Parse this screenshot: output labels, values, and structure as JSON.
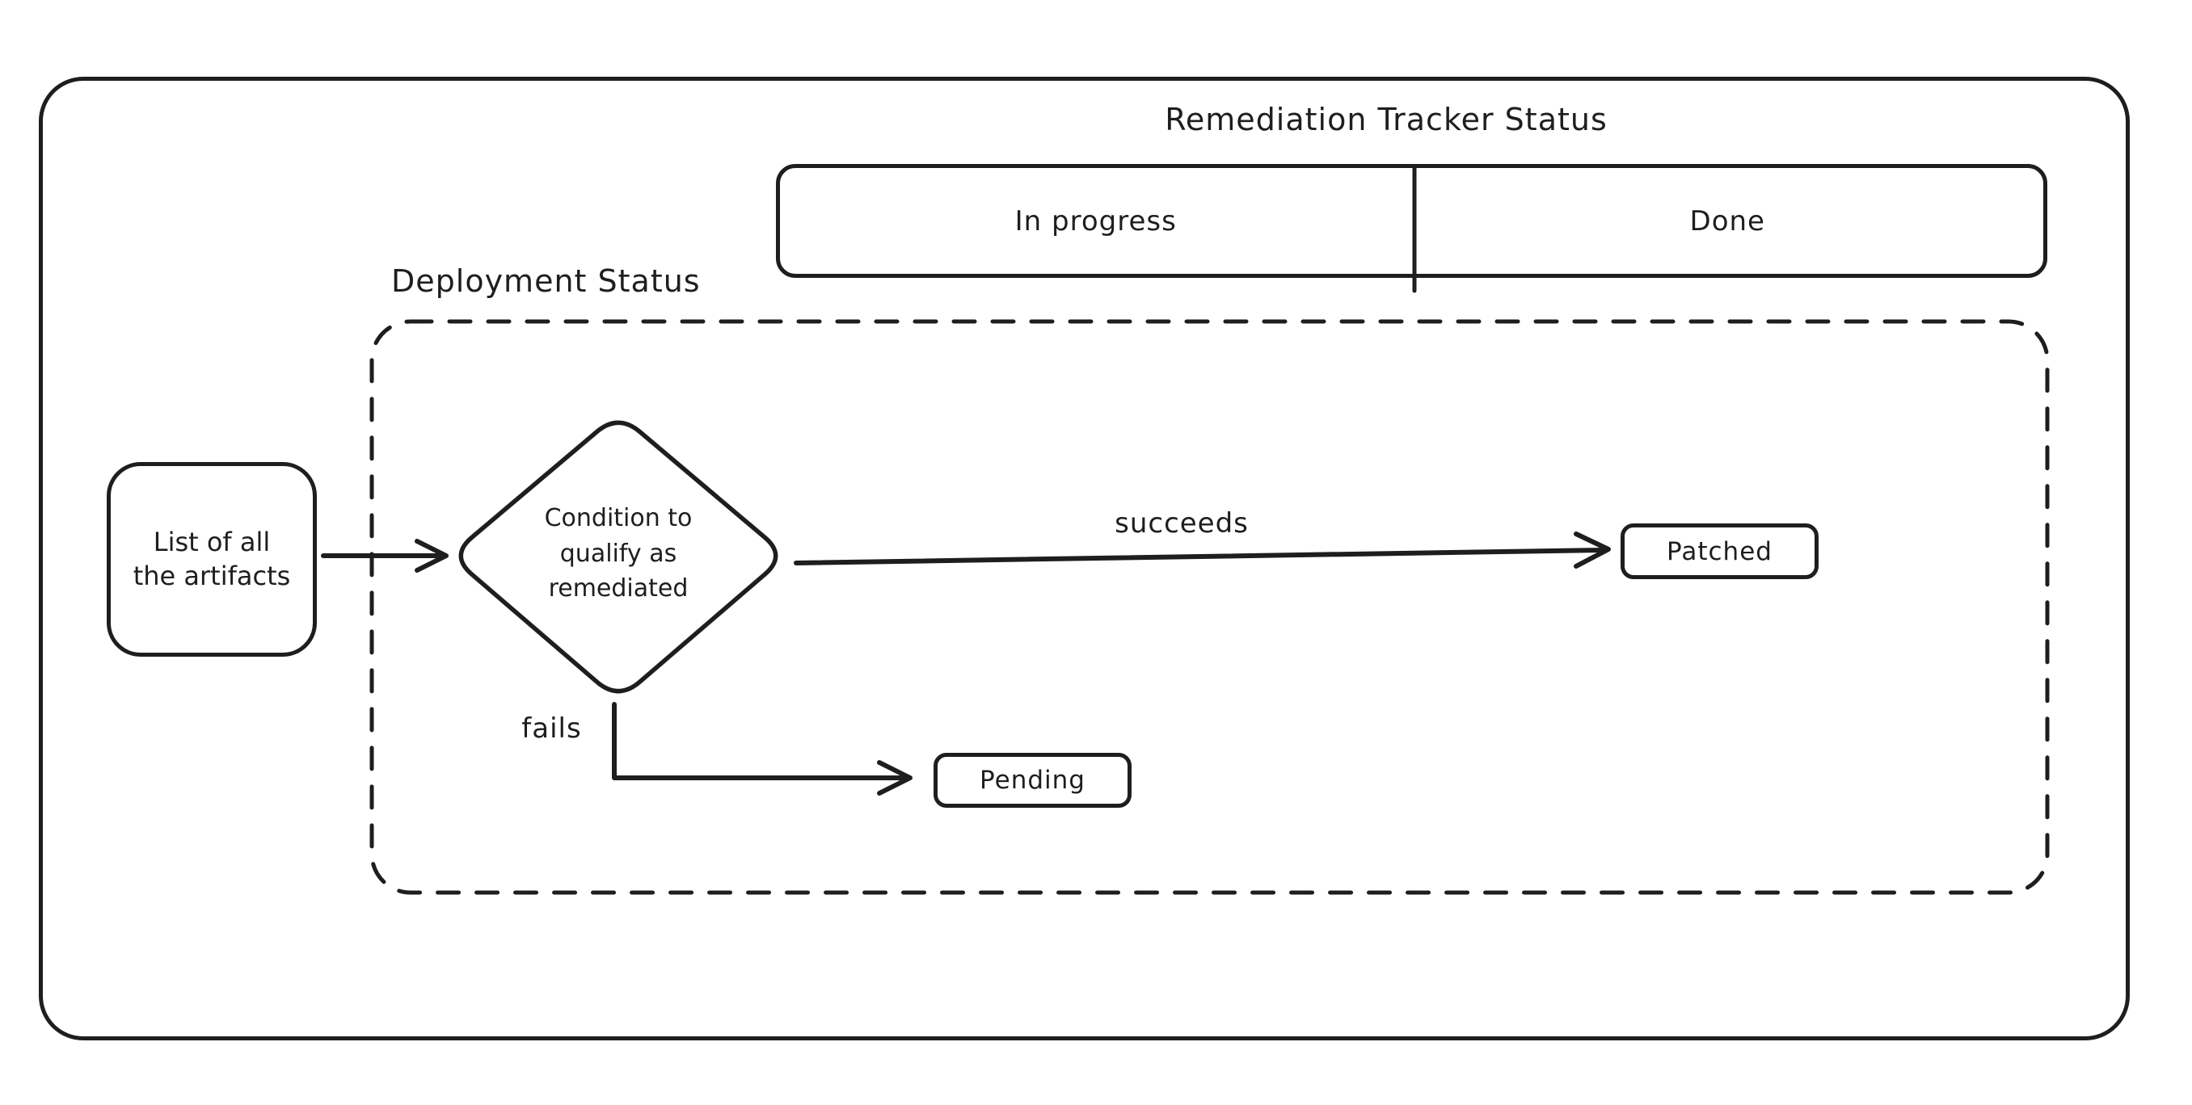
{
  "diagram": {
    "title": "Remediation Tracker Status",
    "tracker": {
      "left_cell": "In progress",
      "right_cell": "Done"
    },
    "deployment_section": {
      "label": "Deployment Status"
    },
    "nodes": {
      "artifacts": {
        "lines": [
          "List of all",
          "the artifacts"
        ]
      },
      "condition": {
        "lines": [
          "Condition to",
          "qualify as",
          "remediated"
        ]
      },
      "patched": {
        "label": "Patched"
      },
      "pending": {
        "label": "Pending"
      }
    },
    "edges": {
      "succeeds_label": "succeeds",
      "fails_label": "fails"
    },
    "colors": {
      "ink": "#1e1e1e",
      "background": "#ffffff"
    }
  }
}
